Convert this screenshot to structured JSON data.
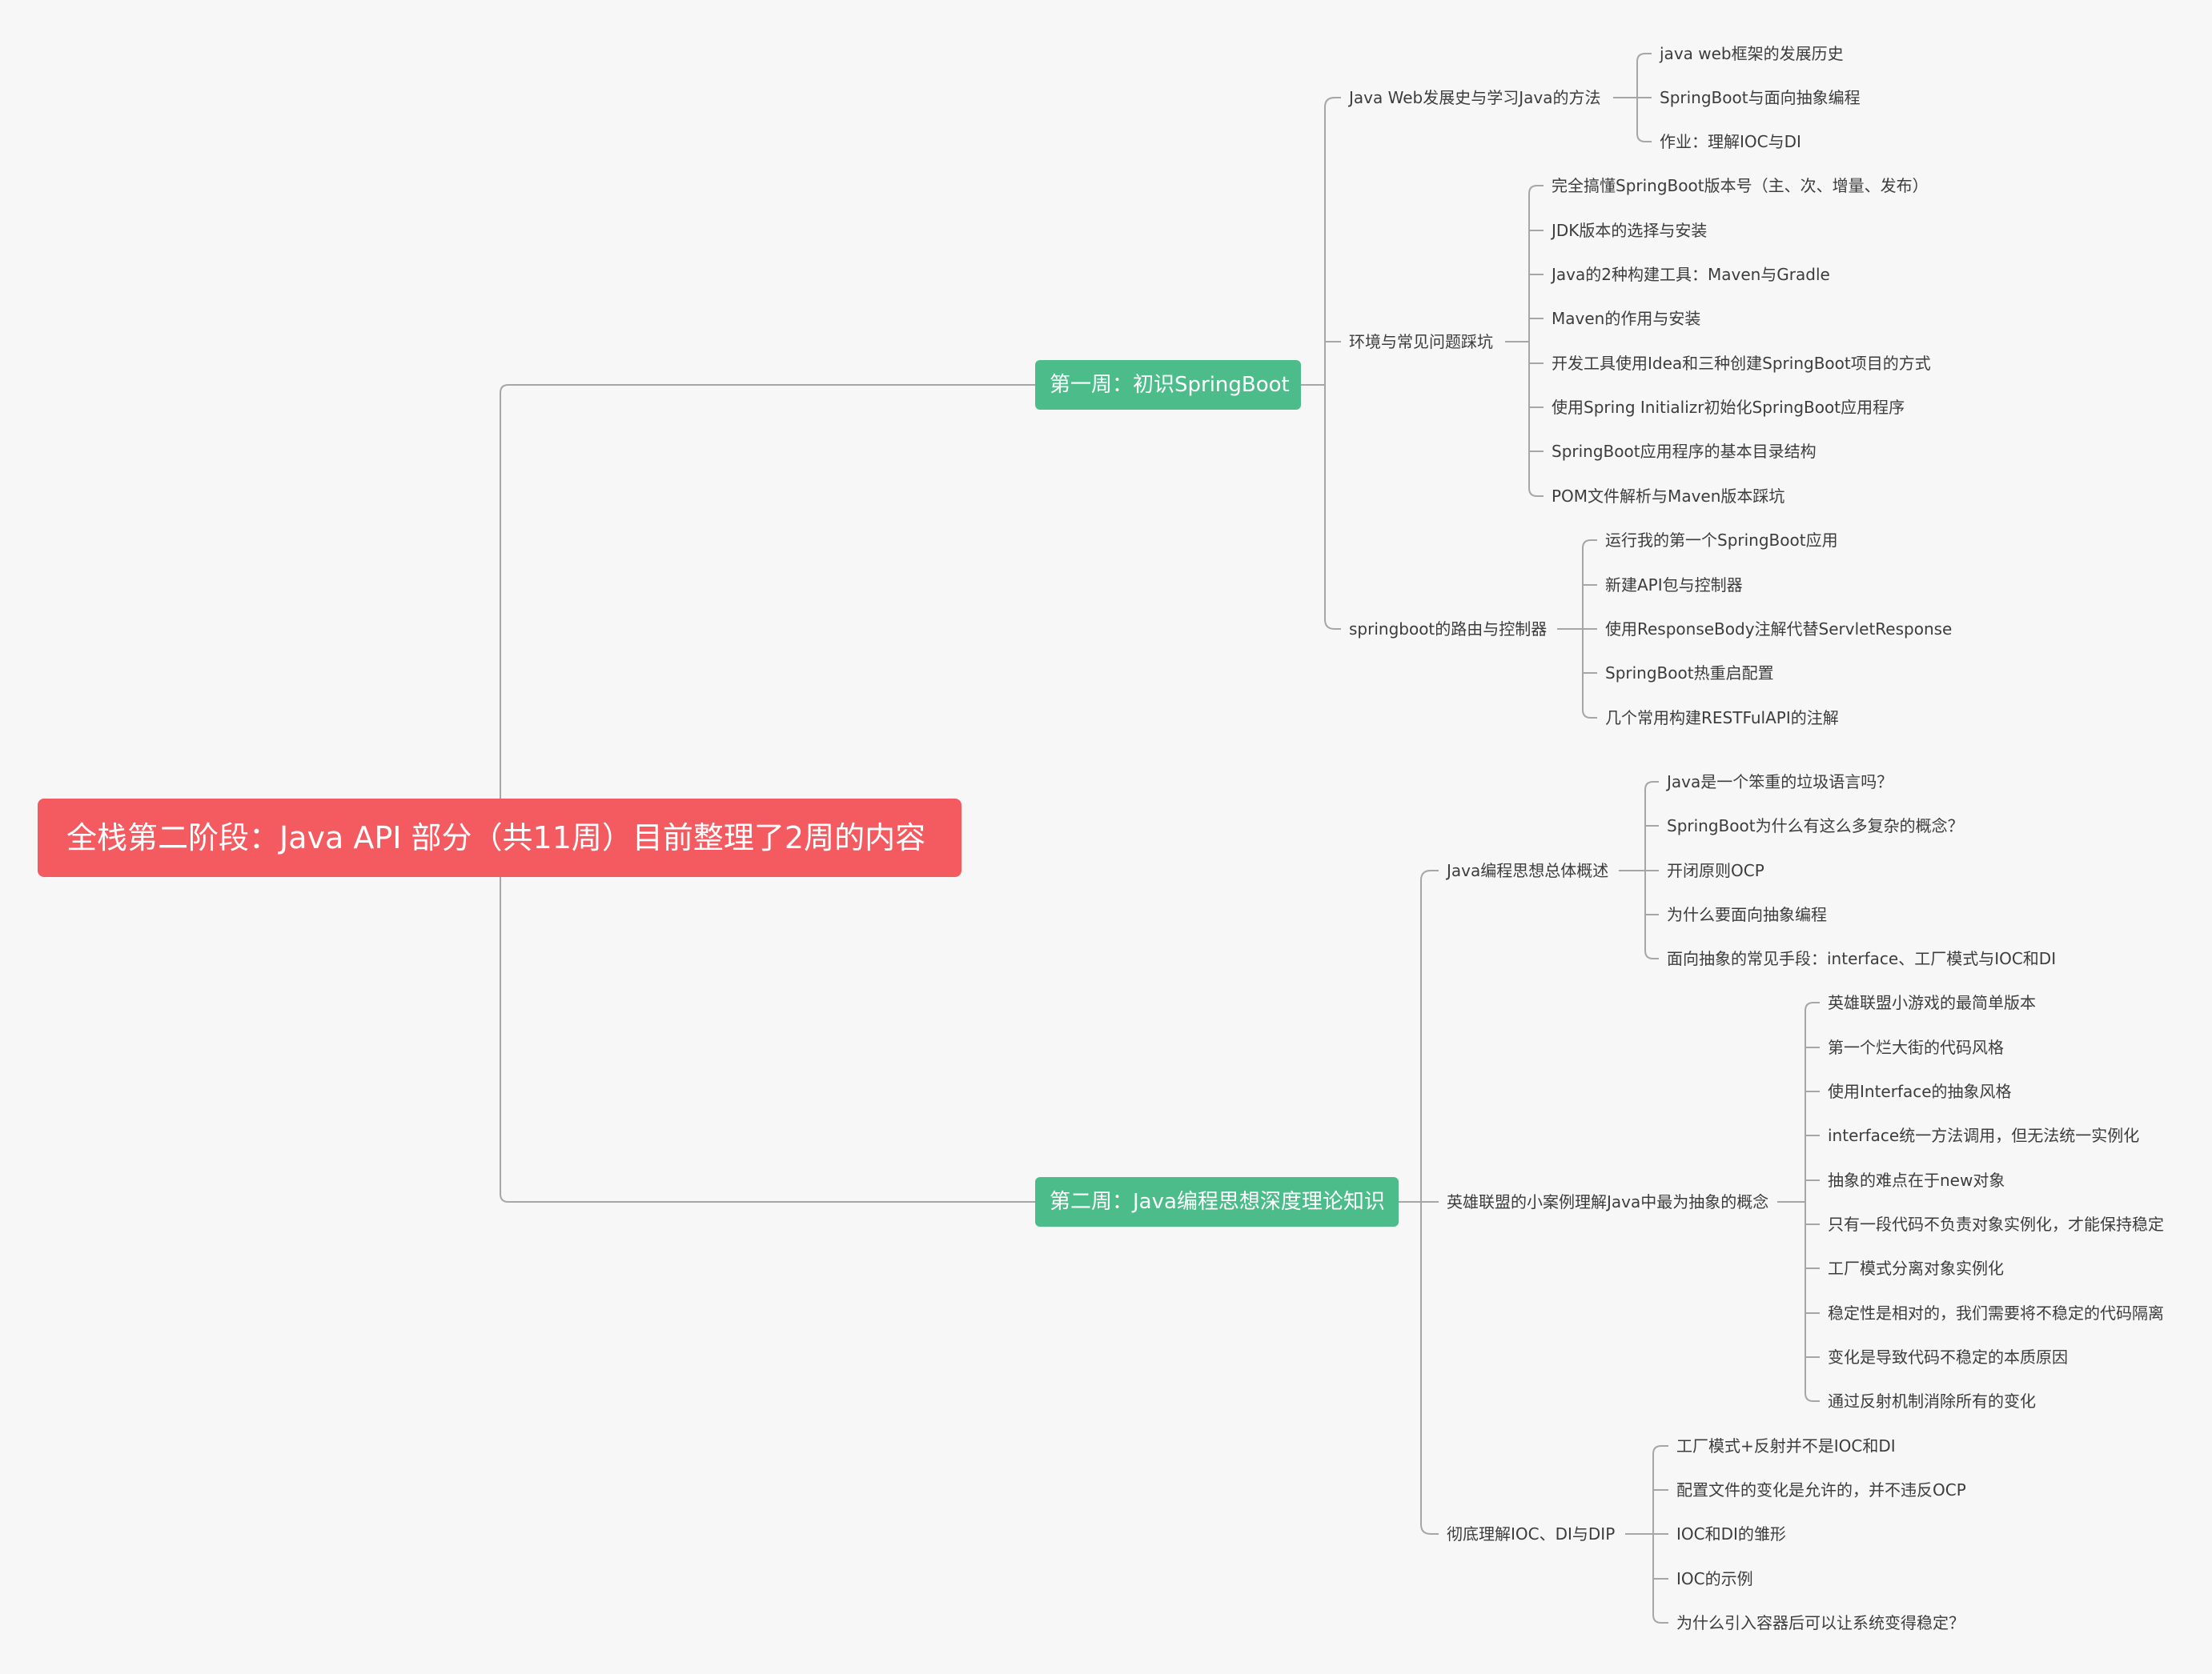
{
  "root": {
    "label": "全栈第二阶段：Java API 部分（共11周）目前整理了2周的内容"
  },
  "weeks": [
    {
      "label": "第一周：初识SpringBoot",
      "topics": [
        {
          "label": "Java Web发展史与学习Java的方法",
          "items": [
            "java web框架的发展历史",
            "SpringBoot与面向抽象编程",
            "作业：理解IOC与DI"
          ]
        },
        {
          "label": "环境与常见问题踩坑",
          "items": [
            "完全搞懂SpringBoot版本号（主、次、增量、发布）",
            "JDK版本的选择与安装",
            "Java的2种构建工具：Maven与Gradle",
            "Maven的作用与安装",
            "开发工具使用Idea和三种创建SpringBoot项目的方式",
            "使用Spring Initializr初始化SpringBoot应用程序",
            "SpringBoot应用程序的基本目录结构",
            "POM文件解析与Maven版本踩坑"
          ]
        },
        {
          "label": "springboot的路由与控制器",
          "items": [
            "运行我的第一个SpringBoot应用",
            "新建API包与控制器",
            "使用ResponseBody注解代替ServletResponse",
            "SpringBoot热重启配置",
            "几个常用构建RESTFulAPI的注解"
          ]
        }
      ]
    },
    {
      "label": "第二周：Java编程思想深度理论知识",
      "topics": [
        {
          "label": "Java编程思想总体概述",
          "items": [
            "Java是一个笨重的垃圾语言吗？",
            "SpringBoot为什么有这么多复杂的概念？",
            "开闭原则OCP",
            "为什么要面向抽象编程",
            "面向抽象的常见手段：interface、工厂模式与IOC和DI"
          ]
        },
        {
          "label": "英雄联盟的小案例理解Java中最为抽象的概念",
          "items": [
            "英雄联盟小游戏的最简单版本",
            "第一个烂大街的代码风格",
            "使用Interface的抽象风格",
            "interface统一方法调用，但无法统一实例化",
            "抽象的难点在于new对象",
            "只有一段代码不负责对象实例化，才能保持稳定",
            "工厂模式分离对象实例化",
            "稳定性是相对的，我们需要将不稳定的代码隔离",
            "变化是导致代码不稳定的本质原因",
            "通过反射机制消除所有的变化"
          ]
        },
        {
          "label": "彻底理解IOC、DI与DIP",
          "items": [
            "工厂模式+反射并不是IOC和DI",
            "配置文件的变化是允许的，并不违反OCP",
            "IOC和DI的雏形",
            "IOC的示例",
            "为什么引入容器后可以让系统变得稳定？"
          ]
        }
      ]
    }
  ],
  "colors": {
    "root_bg": "#f35b60",
    "week_bg": "#4cbd8a",
    "line": "#a6a6a6",
    "background": "#f7f7f7"
  }
}
